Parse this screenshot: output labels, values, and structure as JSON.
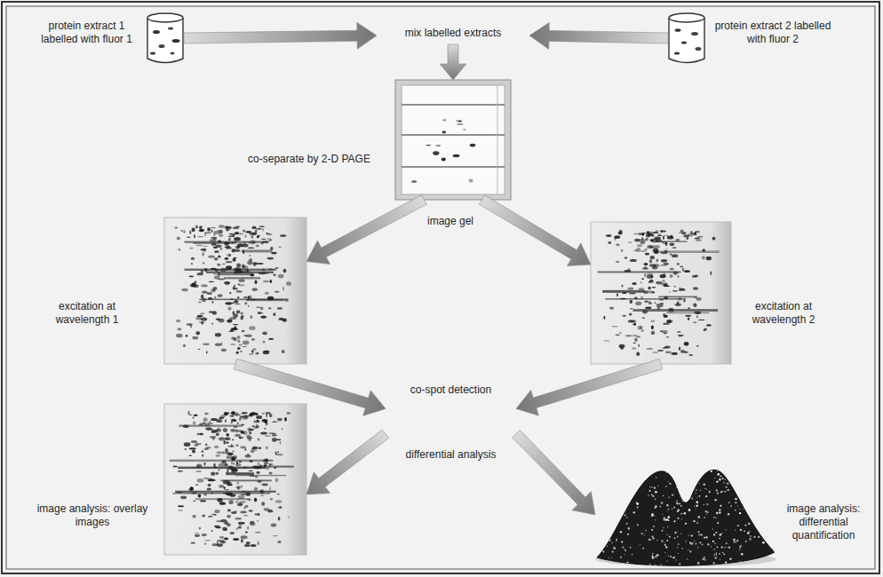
{
  "diagram": {
    "nodes": [
      {
        "text": [
          "protein extract 1 labelled with fluor 1"
        ]
      },
      {
        "text": [
          "protein extract 2 labelled with fluor 2"
        ]
      },
      {
        "text": [
          "mix labelled extracts"
        ]
      },
      {
        "text": [
          "co-separate by 2-D PAGE"
        ]
      },
      {
        "text": [
          "excitation at wavelength 1"
        ]
      },
      {
        "text": [
          "excitation at wavelength 2"
        ]
      },
      {
        "text": [
          "co-spot detection"
        ]
      },
      {
        "text": [
          "image analysis: overlay images"
        ]
      },
      {
        "text": [
          "image analysis: differential quantification"
        ]
      }
    ],
    "edges": [
      {
        "from": 0,
        "to": 2,
        "arrow": "to"
      },
      {
        "from": 1,
        "to": 2,
        "arrow": "to"
      },
      {
        "from": 2,
        "to": 3,
        "arrow": "to"
      },
      {
        "from": 3,
        "to": 4,
        "arrow": "to"
      },
      {
        "from": 3,
        "to": 5,
        "arrow": "to"
      },
      {
        "from": 4,
        "to": 6,
        "arrow": "to"
      },
      {
        "from": 5,
        "to": 6,
        "arrow": "to"
      },
      {
        "from": 6,
        "to": 7,
        "arrow": "to"
      },
      {
        "from": 6,
        "to": 8,
        "arrow": "to"
      }
    ],
    "labels": [
      "image gel",
      "differential analysis"
    ]
  }
}
